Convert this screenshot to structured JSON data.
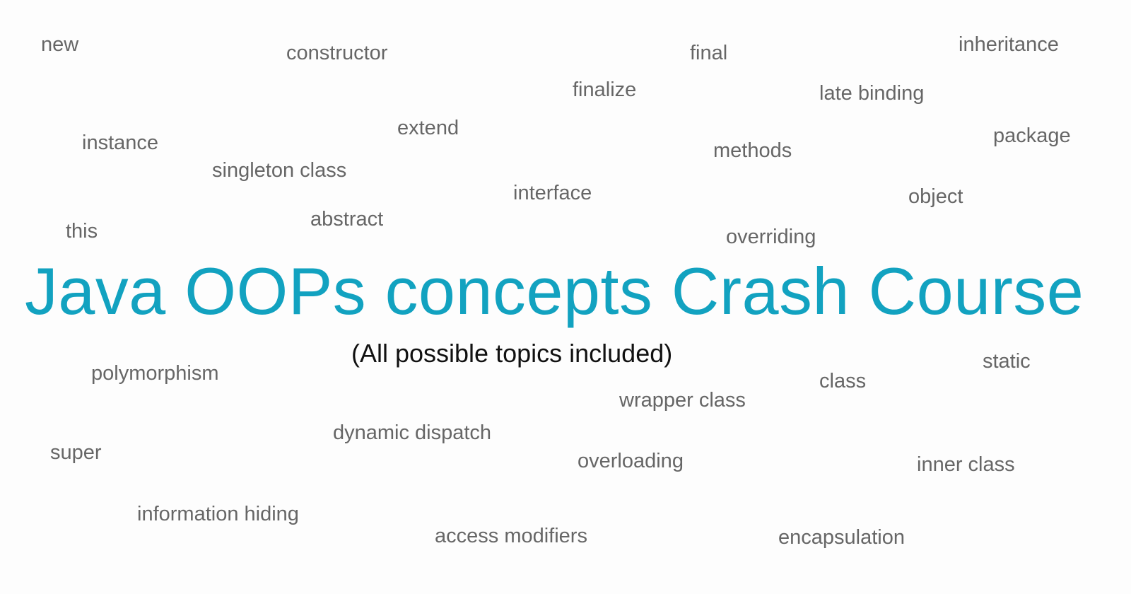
{
  "title": "Java OOPs concepts Crash Course",
  "subtitle": "(All possible topics included)",
  "colors": {
    "title": "#12a2c0",
    "words": "#666666",
    "subtitle": "#111111",
    "background": "#fdfdfd"
  },
  "words": [
    "new",
    "constructor",
    "final",
    "inheritance",
    "finalize",
    "late binding",
    "extend",
    "instance",
    "package",
    "methods",
    "singleton class",
    "interface",
    "object",
    "this",
    "abstract",
    "overriding",
    "polymorphism",
    "static",
    "class",
    "wrapper class",
    "dynamic dispatch",
    "super",
    "overloading",
    "inner class",
    "information hiding",
    "access modifiers",
    "encapsulation"
  ]
}
